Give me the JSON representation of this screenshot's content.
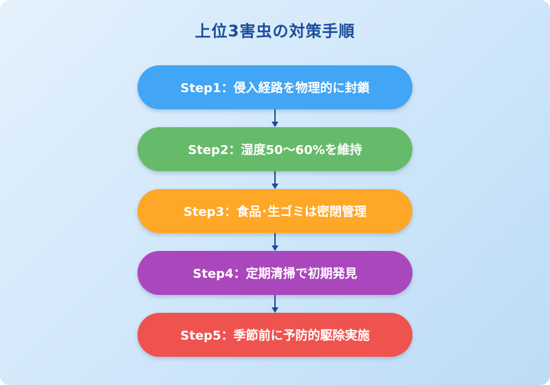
{
  "title": "上位3害虫の対策手順",
  "steps": [
    {
      "label": "Step1：侵入経路を物理的に封鎖",
      "color": "#42a5f5"
    },
    {
      "label": "Step2：湿度50〜60%を維持",
      "color": "#66bb6a"
    },
    {
      "label": "Step3：食品･生ゴミは密閉管理",
      "color": "#ffa726"
    },
    {
      "label": "Step4：定期清掃で初期発見",
      "color": "#ab47bc"
    },
    {
      "label": "Step5：季節前に予防的駆除実施",
      "color": "#ef5350"
    }
  ],
  "connector_color": "#1b4c97"
}
